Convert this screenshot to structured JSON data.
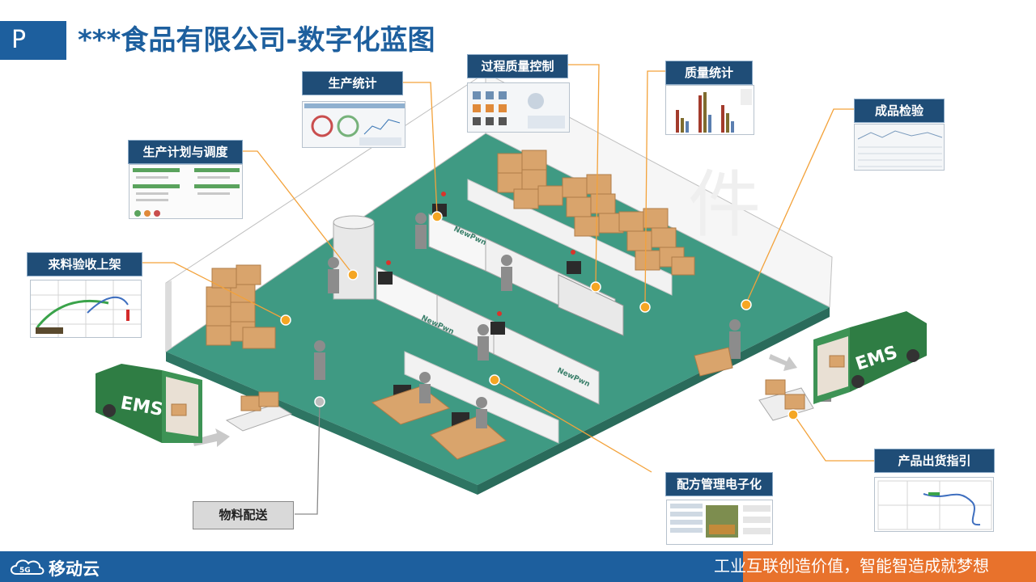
{
  "header": {
    "badge": "P",
    "title": "***食品有限公司-数字化蓝图"
  },
  "labels": {
    "production_stats": "生产统计",
    "process_quality": "过程质量控制",
    "quality_stats": "质量统计",
    "finished_inspection": "成品检验",
    "production_plan": "生产计划与调度",
    "incoming_material": "来料验收上架",
    "material_delivery": "物料配送",
    "recipe_management": "配方管理电子化",
    "shipping_guidance": "产品出货指引"
  },
  "truck_text": "EMS",
  "machine_brand": "NewPwn",
  "footer": {
    "logo_text": "移动云",
    "logo_badge": "5G",
    "slogan": "工业互联创造价值，智能智造成就梦想"
  },
  "colors": {
    "brand_blue": "#1d5f9e",
    "label_navy": "#1f4d77",
    "floor_green": "#3e9b82",
    "truck_green": "#2f7d44",
    "accent_orange": "#e8722c",
    "leader_line": "#f3a23a"
  }
}
